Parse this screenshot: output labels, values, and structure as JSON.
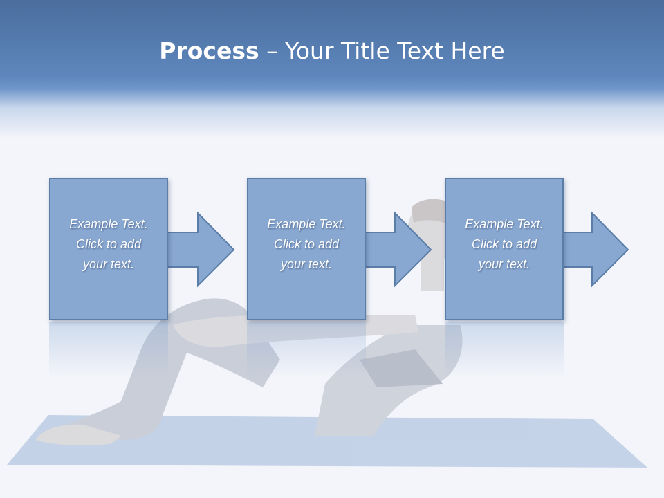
{
  "title": {
    "bold": "Process",
    "rest": " – Your Title Text Here"
  },
  "steps": [
    {
      "text": "Example Text.\nClick  to add\nyour text."
    },
    {
      "text": "Example Text.\nClick  to add\nyour text."
    },
    {
      "text": "Example Text.\nClick  to add\nyour text."
    }
  ],
  "colors": {
    "header": "#5e87bd",
    "box_fill": "#88a8d2",
    "box_border": "#5b7ea8",
    "background": "#f3f5fa"
  }
}
